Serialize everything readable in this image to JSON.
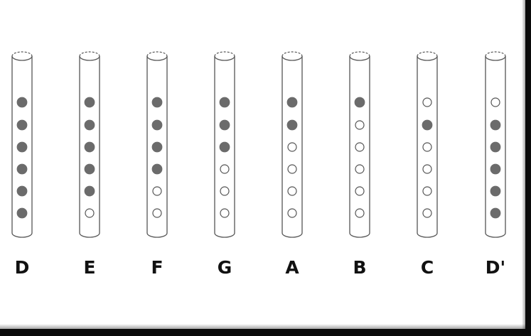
{
  "fingering_chart": {
    "notes": [
      {
        "label": "D",
        "holes": [
          1,
          1,
          1,
          1,
          1,
          1
        ]
      },
      {
        "label": "E",
        "holes": [
          1,
          1,
          1,
          1,
          1,
          0
        ]
      },
      {
        "label": "F",
        "holes": [
          1,
          1,
          1,
          1,
          0,
          0
        ]
      },
      {
        "label": "G",
        "holes": [
          1,
          1,
          1,
          0,
          0,
          0
        ]
      },
      {
        "label": "A",
        "holes": [
          1,
          1,
          0,
          0,
          0,
          0
        ]
      },
      {
        "label": "B",
        "holes": [
          1,
          0,
          0,
          0,
          0,
          0
        ]
      },
      {
        "label": "C",
        "holes": [
          0,
          1,
          0,
          0,
          0,
          0
        ]
      },
      {
        "label": "D'",
        "holes": [
          0,
          1,
          1,
          1,
          1,
          1
        ]
      }
    ],
    "colors": {
      "covered_hole": "#6b6b6b",
      "open_hole": "#ffffff",
      "outline": "#555555",
      "label": "#111111",
      "shadow": "#0b0b0b"
    }
  }
}
